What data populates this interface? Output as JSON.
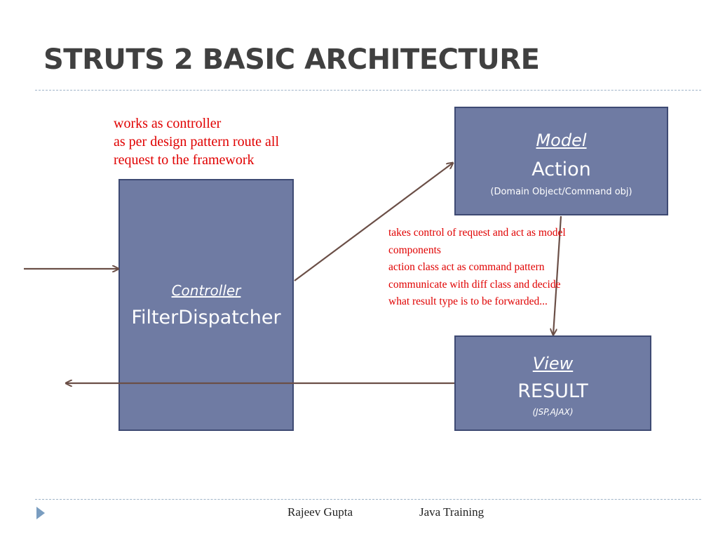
{
  "slide": {
    "title": "STRUTS 2 BASIC ARCHITECTURE"
  },
  "controller": {
    "role": "Controller",
    "name": "FilterDispatcher"
  },
  "model": {
    "role": "Model",
    "name": "Action",
    "sub": "(Domain Object/Command obj)"
  },
  "view": {
    "role": "View",
    "name": "RESULT",
    "sub": "(JSP,AJAX)"
  },
  "notes": {
    "controller_lines": [
      "works as controller",
      "as per design pattern route all",
      "request to the framework"
    ],
    "action_lines": [
      "takes control of request and act as model",
      "components",
      "action class act as command  pattern",
      "communicate with diff class and decide",
      "what result type  is to be forwarded..."
    ]
  },
  "footer": {
    "author": "Rajeev Gupta",
    "course": "Java Training"
  },
  "colors": {
    "box_fill": "#6f7ba3",
    "box_border": "#3e4a73",
    "note_text": "#e00000",
    "arrow": "#6b4f47",
    "divider": "#9fb3c8",
    "title_text": "#404040"
  },
  "icons": {
    "footer_bullet": "triangle-bullet-icon"
  }
}
